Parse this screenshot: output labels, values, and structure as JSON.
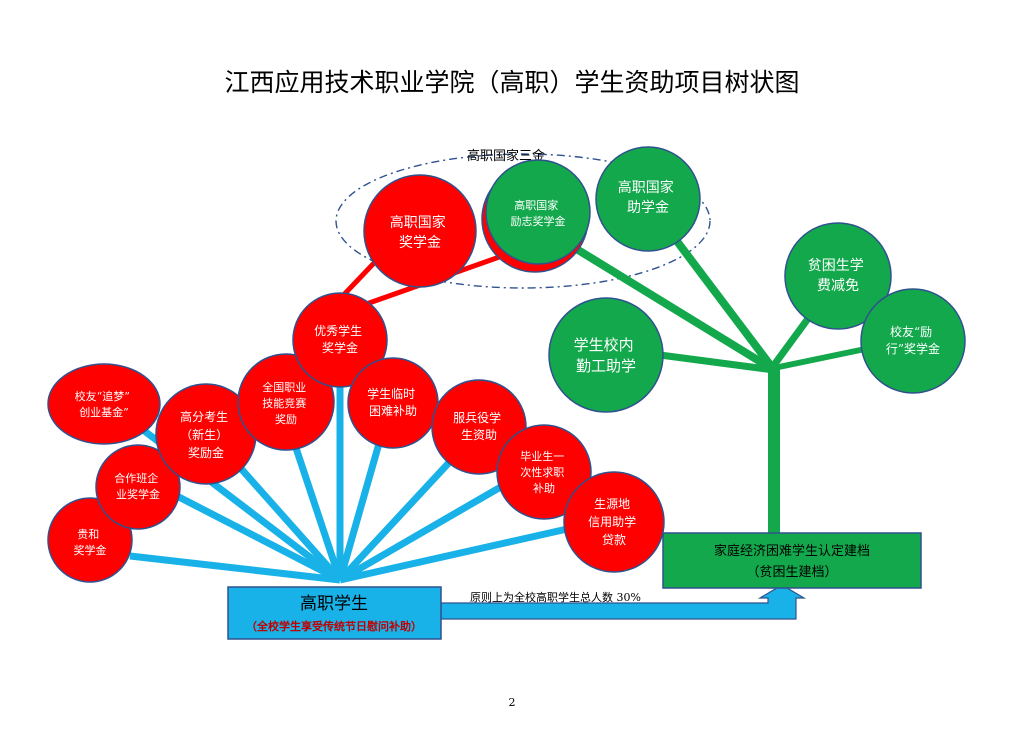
{
  "title": "江西应用技术职业学院（高职）学生资助项目树状图",
  "group_label": "高职国家三金",
  "root_box": {
    "title": "高职学生",
    "subtitle": "（全校学生享受传统节日慰问补助）"
  },
  "family_box": {
    "line1": "家庭经济困难学生认定建档",
    "line2": "（贫困生建档）"
  },
  "arrow_note": "原则上为全校高职学生总人数 30%",
  "page_number": "2",
  "colors": {
    "red": "#ff0000",
    "green": "#12a84b",
    "blue": "#19b2e8",
    "circle_stroke": "#2f528f"
  },
  "red_nodes": [
    {
      "lines": [
        "贵和",
        "奖学金"
      ]
    },
    {
      "lines": [
        "合作班企",
        "业奖学金"
      ]
    },
    {
      "lines": [
        "校友“追梦”",
        "创业基金”"
      ]
    },
    {
      "lines": [
        "高分考生",
        "（新生）",
        "奖励金"
      ]
    },
    {
      "lines": [
        "全国职业",
        "技能竞赛",
        "奖励"
      ]
    },
    {
      "lines": [
        "优秀学生",
        "奖学金"
      ]
    },
    {
      "lines": [
        "学生临时",
        "困难补助"
      ]
    },
    {
      "lines": [
        "服兵役学",
        "生资助"
      ]
    },
    {
      "lines": [
        "毕业生一",
        "次性求职",
        "补助"
      ]
    },
    {
      "lines": [
        "生源地",
        "信用助学",
        "贷款"
      ]
    },
    {
      "lines": [
        "高职国家",
        "奖学金"
      ]
    }
  ],
  "green_nodes": [
    {
      "lines": [
        "高职国家",
        "励志奖学金"
      ]
    },
    {
      "lines": [
        "高职国家",
        "助学金"
      ]
    },
    {
      "lines": [
        "贫困生学",
        "费减免"
      ]
    },
    {
      "lines": [
        "学生校内",
        "勤工助学"
      ]
    },
    {
      "lines": [
        "校友“励",
        "行”奖学金"
      ]
    }
  ]
}
